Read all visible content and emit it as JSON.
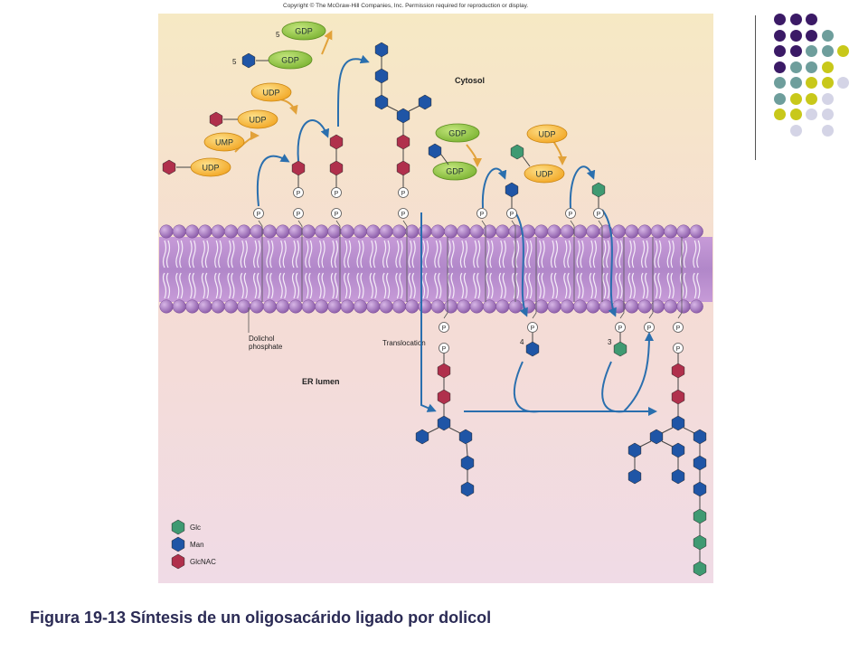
{
  "copyright": "Copyright © The McGraw-Hill Companies, Inc. Permission required for reproduction or display.",
  "caption": "Figura 19-13 Síntesis de un oligosacárido ligado por dolicol",
  "compartments": {
    "cytosol": "Cytosol",
    "lumen": "ER lumen"
  },
  "labels": {
    "dolichol_line1": "Dolichol",
    "dolichol_line2": "phosphate",
    "translocation": "Translocation",
    "phosphate": "P"
  },
  "nucleotides": {
    "gdp": "GDP",
    "udp": "UDP",
    "ump": "UMP"
  },
  "stoich": {
    "gdp_top": "5",
    "man_top": "5",
    "four": "4",
    "three": "3"
  },
  "legend": [
    {
      "name": "Glc",
      "color": "#3f9a72"
    },
    {
      "name": "Man",
      "color": "#1f55a6"
    },
    {
      "name": "GlcNAC",
      "color": "#b0304c"
    }
  ],
  "colors": {
    "glc": "#3f9a72",
    "man": "#1f55a6",
    "glcnac": "#b0304c",
    "gdp": "#8cc63f",
    "udp": "#f5b335",
    "membrane": "#a77bbd",
    "arrow": "#2a6fae",
    "release_arrow": "#e2a23a"
  },
  "deco_colors": [
    "#3b1a66",
    "#6e9e9c",
    "#c8c81a",
    "#d4d4e6"
  ]
}
